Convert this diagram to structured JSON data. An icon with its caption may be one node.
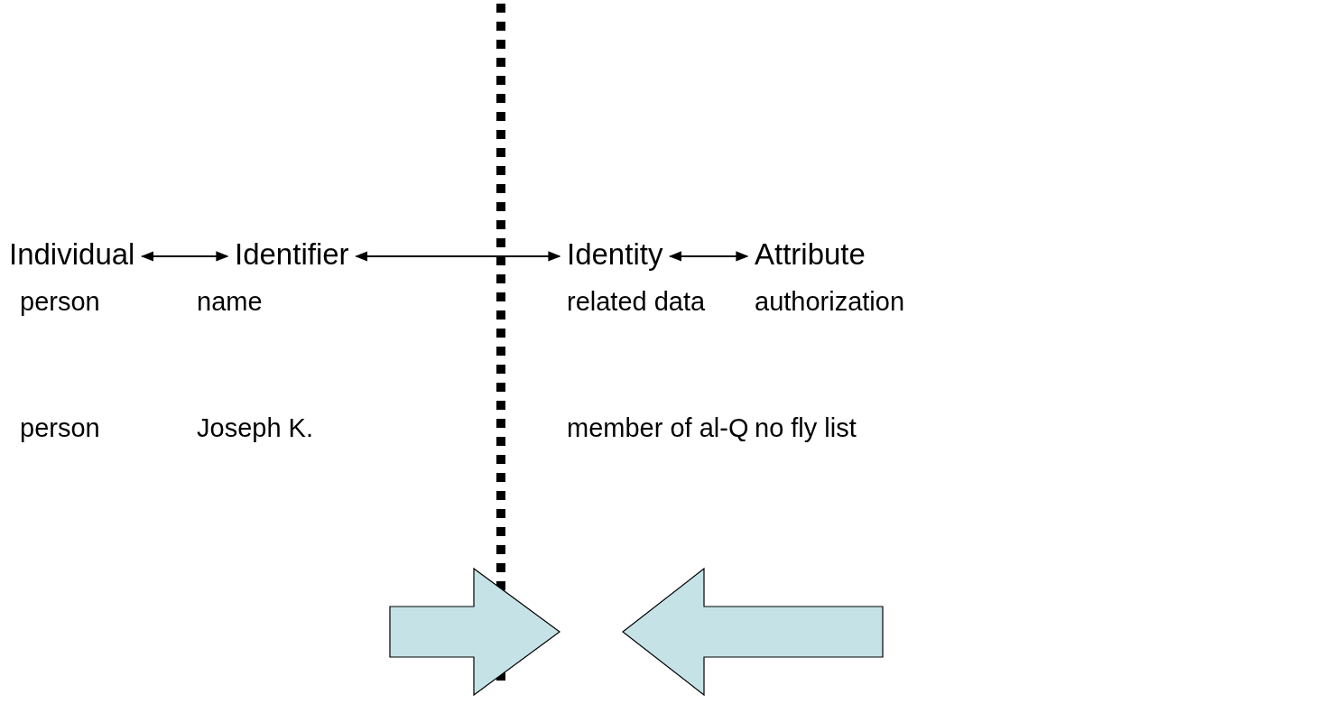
{
  "diagram": {
    "nodes": [
      {
        "text": [
          "Individual"
        ]
      },
      {
        "text": [
          "Identifier"
        ]
      },
      {
        "text": [
          "Identity"
        ]
      },
      {
        "text": [
          "Attribute"
        ]
      }
    ],
    "edges": [
      {
        "from": 0,
        "to": 1,
        "arrow": "both"
      },
      {
        "from": 1,
        "to": 2,
        "arrow": "both"
      },
      {
        "from": 2,
        "to": 3,
        "arrow": "both"
      }
    ],
    "labels": [
      "person",
      "name",
      "related data",
      "authorization",
      "person",
      "Joseph K.",
      "member of al-Q",
      "no fly list"
    ]
  }
}
